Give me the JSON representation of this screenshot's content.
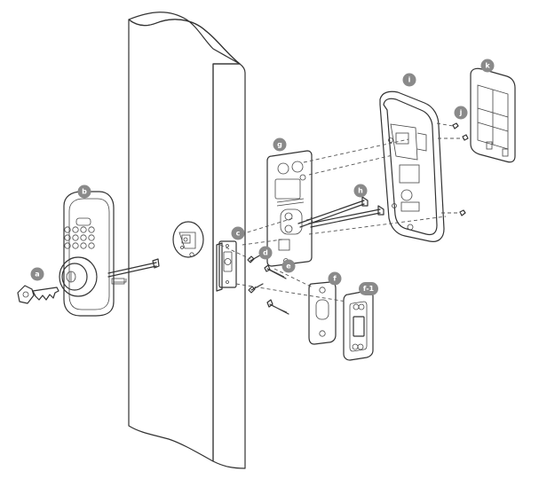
{
  "callouts": {
    "a": "a",
    "b": "b",
    "c": "c",
    "d": "d",
    "e": "e",
    "f": "f",
    "f1": "f-1",
    "g": "g",
    "h": "h",
    "i": "i",
    "j": "j",
    "k": "k"
  },
  "colors": {
    "callout_fill": "#8a8a8a",
    "door_face": "#ededed",
    "door_side": "#e3e3e3",
    "door_top": "#f6f6f6",
    "outline": "#333333"
  }
}
